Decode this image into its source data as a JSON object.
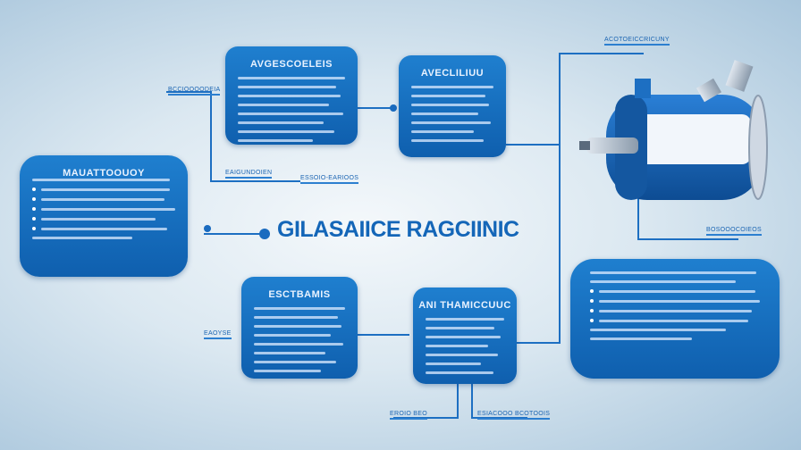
{
  "title": "GILASAIICE RAGCIINIC",
  "boxes": {
    "top_center": {
      "title": "AVGESCOELEIS"
    },
    "top_right": {
      "title": "AVECLILIUU"
    },
    "left": {
      "title": "MAUATTOOUOY"
    },
    "bottom_center": {
      "title": "ESCTBAMIS"
    },
    "bottom_mid": {
      "title": "ANI THAMICCUUC"
    },
    "right": {
      "title": ""
    }
  },
  "labels": {
    "top_left_tag": "BCCIOOOODEIA",
    "top_right_tag": "ACOTOEICCRICUNY",
    "left_mid_tag": "EAIGUNDOIEN",
    "below_top_center": "ESSOIO-EARIOOS",
    "right_mid_tag": "BOSOOOCOIEOS",
    "left_bottom_tag": "EAOYSE",
    "bottom_tag_1": "EROIO BEO",
    "bottom_tag_2": "ESIACOOO BCOTOOIS"
  },
  "colors": {
    "accent": "#1466b8",
    "box": "#0f5fae",
    "wire": "#1d6fc2"
  },
  "icons": {
    "machine": "industrial-motor-icon"
  }
}
